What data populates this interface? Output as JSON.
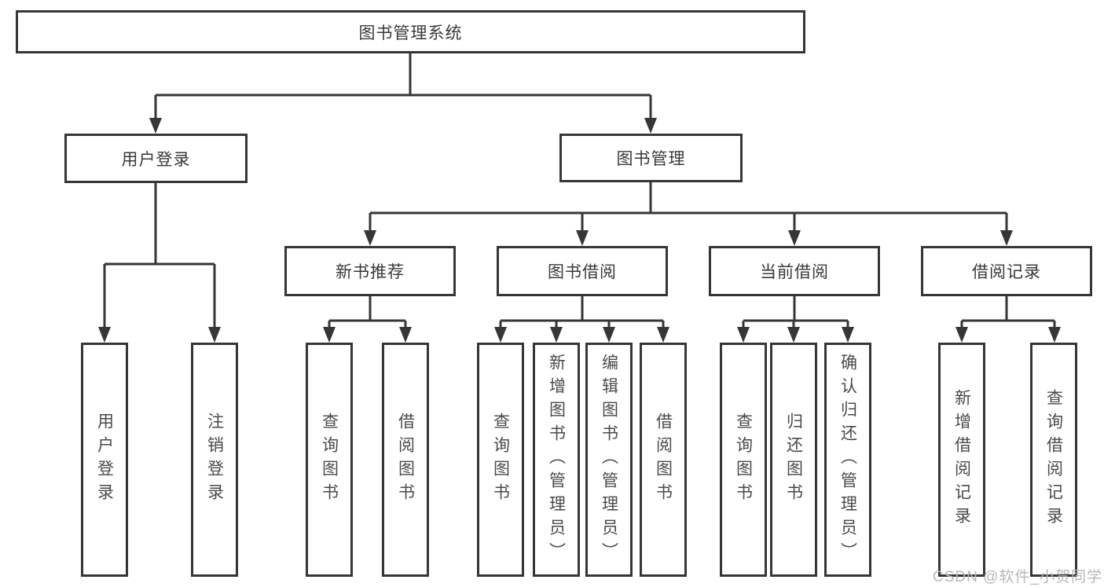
{
  "diagram": {
    "title_node": "图书管理系统",
    "tree": {
      "label": "图书管理系统",
      "children": [
        {
          "label": "用户登录",
          "children": [
            {
              "label": "用户登录"
            },
            {
              "label": "注销登录"
            }
          ]
        },
        {
          "label": "图书管理",
          "children": [
            {
              "label": "新书推荐",
              "children": [
                {
                  "label": "查询图书"
                },
                {
                  "label": "借阅图书"
                }
              ]
            },
            {
              "label": "图书借阅",
              "children": [
                {
                  "label": "查询图书"
                },
                {
                  "label": "新增图书（管理员）"
                },
                {
                  "label": "编辑图书（管理员）"
                },
                {
                  "label": "借阅图书"
                }
              ]
            },
            {
              "label": "当前借阅",
              "children": [
                {
                  "label": "查询图书"
                },
                {
                  "label": "归还图书"
                },
                {
                  "label": "确认归还（管理员）"
                }
              ]
            },
            {
              "label": "借阅记录",
              "children": [
                {
                  "label": "新增借阅记录"
                },
                {
                  "label": "查询借阅记录"
                }
              ]
            }
          ]
        }
      ]
    },
    "watermark": {
      "text": "CSDN @软件_小贺同学"
    },
    "colors": {
      "line": "#363636",
      "box_border": "#363636",
      "label_text": "#383838",
      "leaf_text": "#4a4a4a",
      "watermark_text": "#b8b8b8",
      "background": "#ffffff"
    }
  }
}
